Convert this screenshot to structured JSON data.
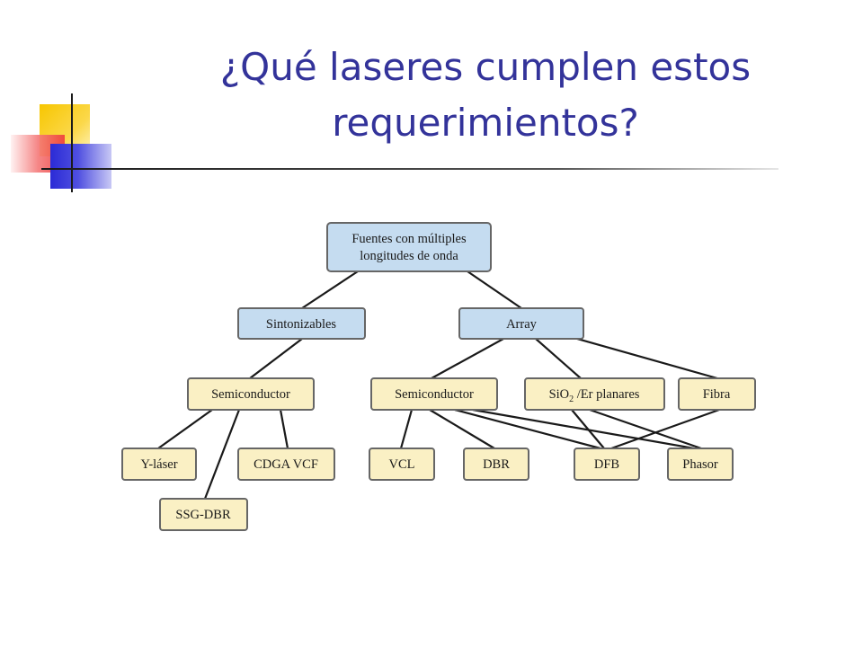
{
  "slide": {
    "title_line1": "¿Qué laseres cumplen estos",
    "title_line2": "requerimientos?"
  },
  "colors": {
    "title": "#33339a",
    "root_fill": "#c5dcf0",
    "category_fill": "#c5dcf0",
    "leaf_fill": "#faf0c4",
    "border": "#666666",
    "deco_yellow": "#f7c600",
    "deco_red": "#ee3b3b",
    "deco_blue": "#2b2bd6"
  },
  "diagram": {
    "root": {
      "label_line1": "Fuentes con múltiples",
      "label_line2": "longitudes de onda"
    },
    "sintonizables": "Sintonizables",
    "array": "Array",
    "semi_left": "Semiconductor",
    "semi_right": "Semiconductor",
    "sio2": {
      "prefix": "SiO",
      "subscript": "2",
      "suffix": " /Er planares"
    },
    "fibra": "Fibra",
    "y_laser": "Y-láser",
    "cdga_vcf": "CDGA VCF",
    "ssg_dbr": "SSG-DBR",
    "vcl": "VCL",
    "dbr": "DBR",
    "dfb": "DFB",
    "phasor": "Phasor"
  }
}
